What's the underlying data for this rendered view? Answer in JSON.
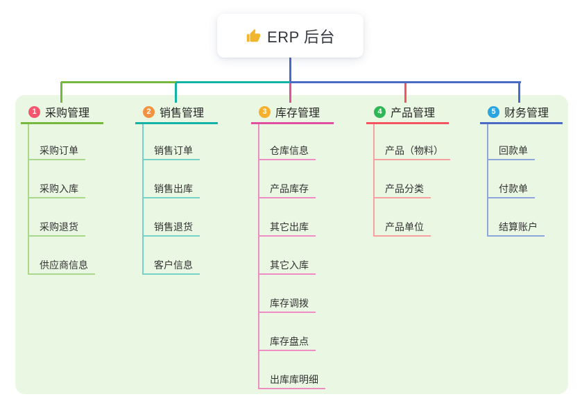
{
  "root": {
    "title": "ERP 后台",
    "icon": "thumbs-up-icon"
  },
  "branches": [
    {
      "index": "1",
      "label": "采购管理",
      "badge_color": "#f5566b",
      "line_color": "#74b93e",
      "child_line_color": "#a9d78c",
      "children": [
        "采购订单",
        "采购入库",
        "采购退货",
        "供应商信息"
      ]
    },
    {
      "index": "2",
      "label": "销售管理",
      "badge_color": "#f59240",
      "line_color": "#12b2a6",
      "child_line_color": "#74d2c8",
      "children": [
        "销售订单",
        "销售出库",
        "销售退货",
        "客户信息"
      ]
    },
    {
      "index": "3",
      "label": "库存管理",
      "badge_color": "#f6b02d",
      "line_color": "#e0509f",
      "child_line_color": "#f08cc4",
      "children": [
        "仓库信息",
        "产品库存",
        "其它出库",
        "其它入库",
        "库存调拨",
        "库存盘点",
        "出库库明细"
      ]
    },
    {
      "index": "4",
      "label": "产品管理",
      "badge_color": "#2fb656",
      "line_color": "#f3545f",
      "child_line_color": "#f8a0a0",
      "children": [
        "产品（物料）",
        "产品分类",
        "产品单位"
      ]
    },
    {
      "index": "5",
      "label": "财务管理",
      "badge_color": "#2ba4e0",
      "line_color": "#4a6bc5",
      "child_line_color": "#8fa6dc",
      "children": [
        "回款单",
        "付款单",
        "结算账户"
      ]
    }
  ],
  "colors": {
    "canvas_bg": "#ffffff",
    "panel_bg": "#e9f7e3",
    "root_connector": "#4a6bc5",
    "title_color": "#33373d",
    "thumb_color": "#f2b52e"
  }
}
